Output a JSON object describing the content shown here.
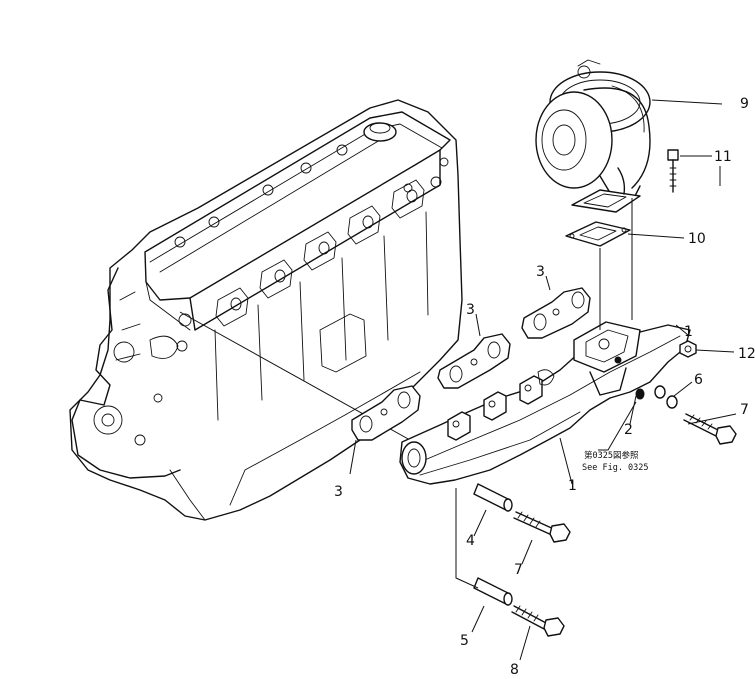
{
  "callouts": {
    "c1": "1",
    "c1b": "1",
    "c2": "2",
    "c3a": "3",
    "c3b": "3",
    "c3c": "3",
    "c4": "4",
    "c5": "5",
    "c6": "6",
    "c7a": "7",
    "c7b": "7",
    "c8": "8",
    "c9": "9",
    "c10": "10",
    "c11": "11",
    "c12": "12"
  },
  "reference_note": {
    "line1": "第0325図参照",
    "line2": "See Fig. 0325"
  }
}
